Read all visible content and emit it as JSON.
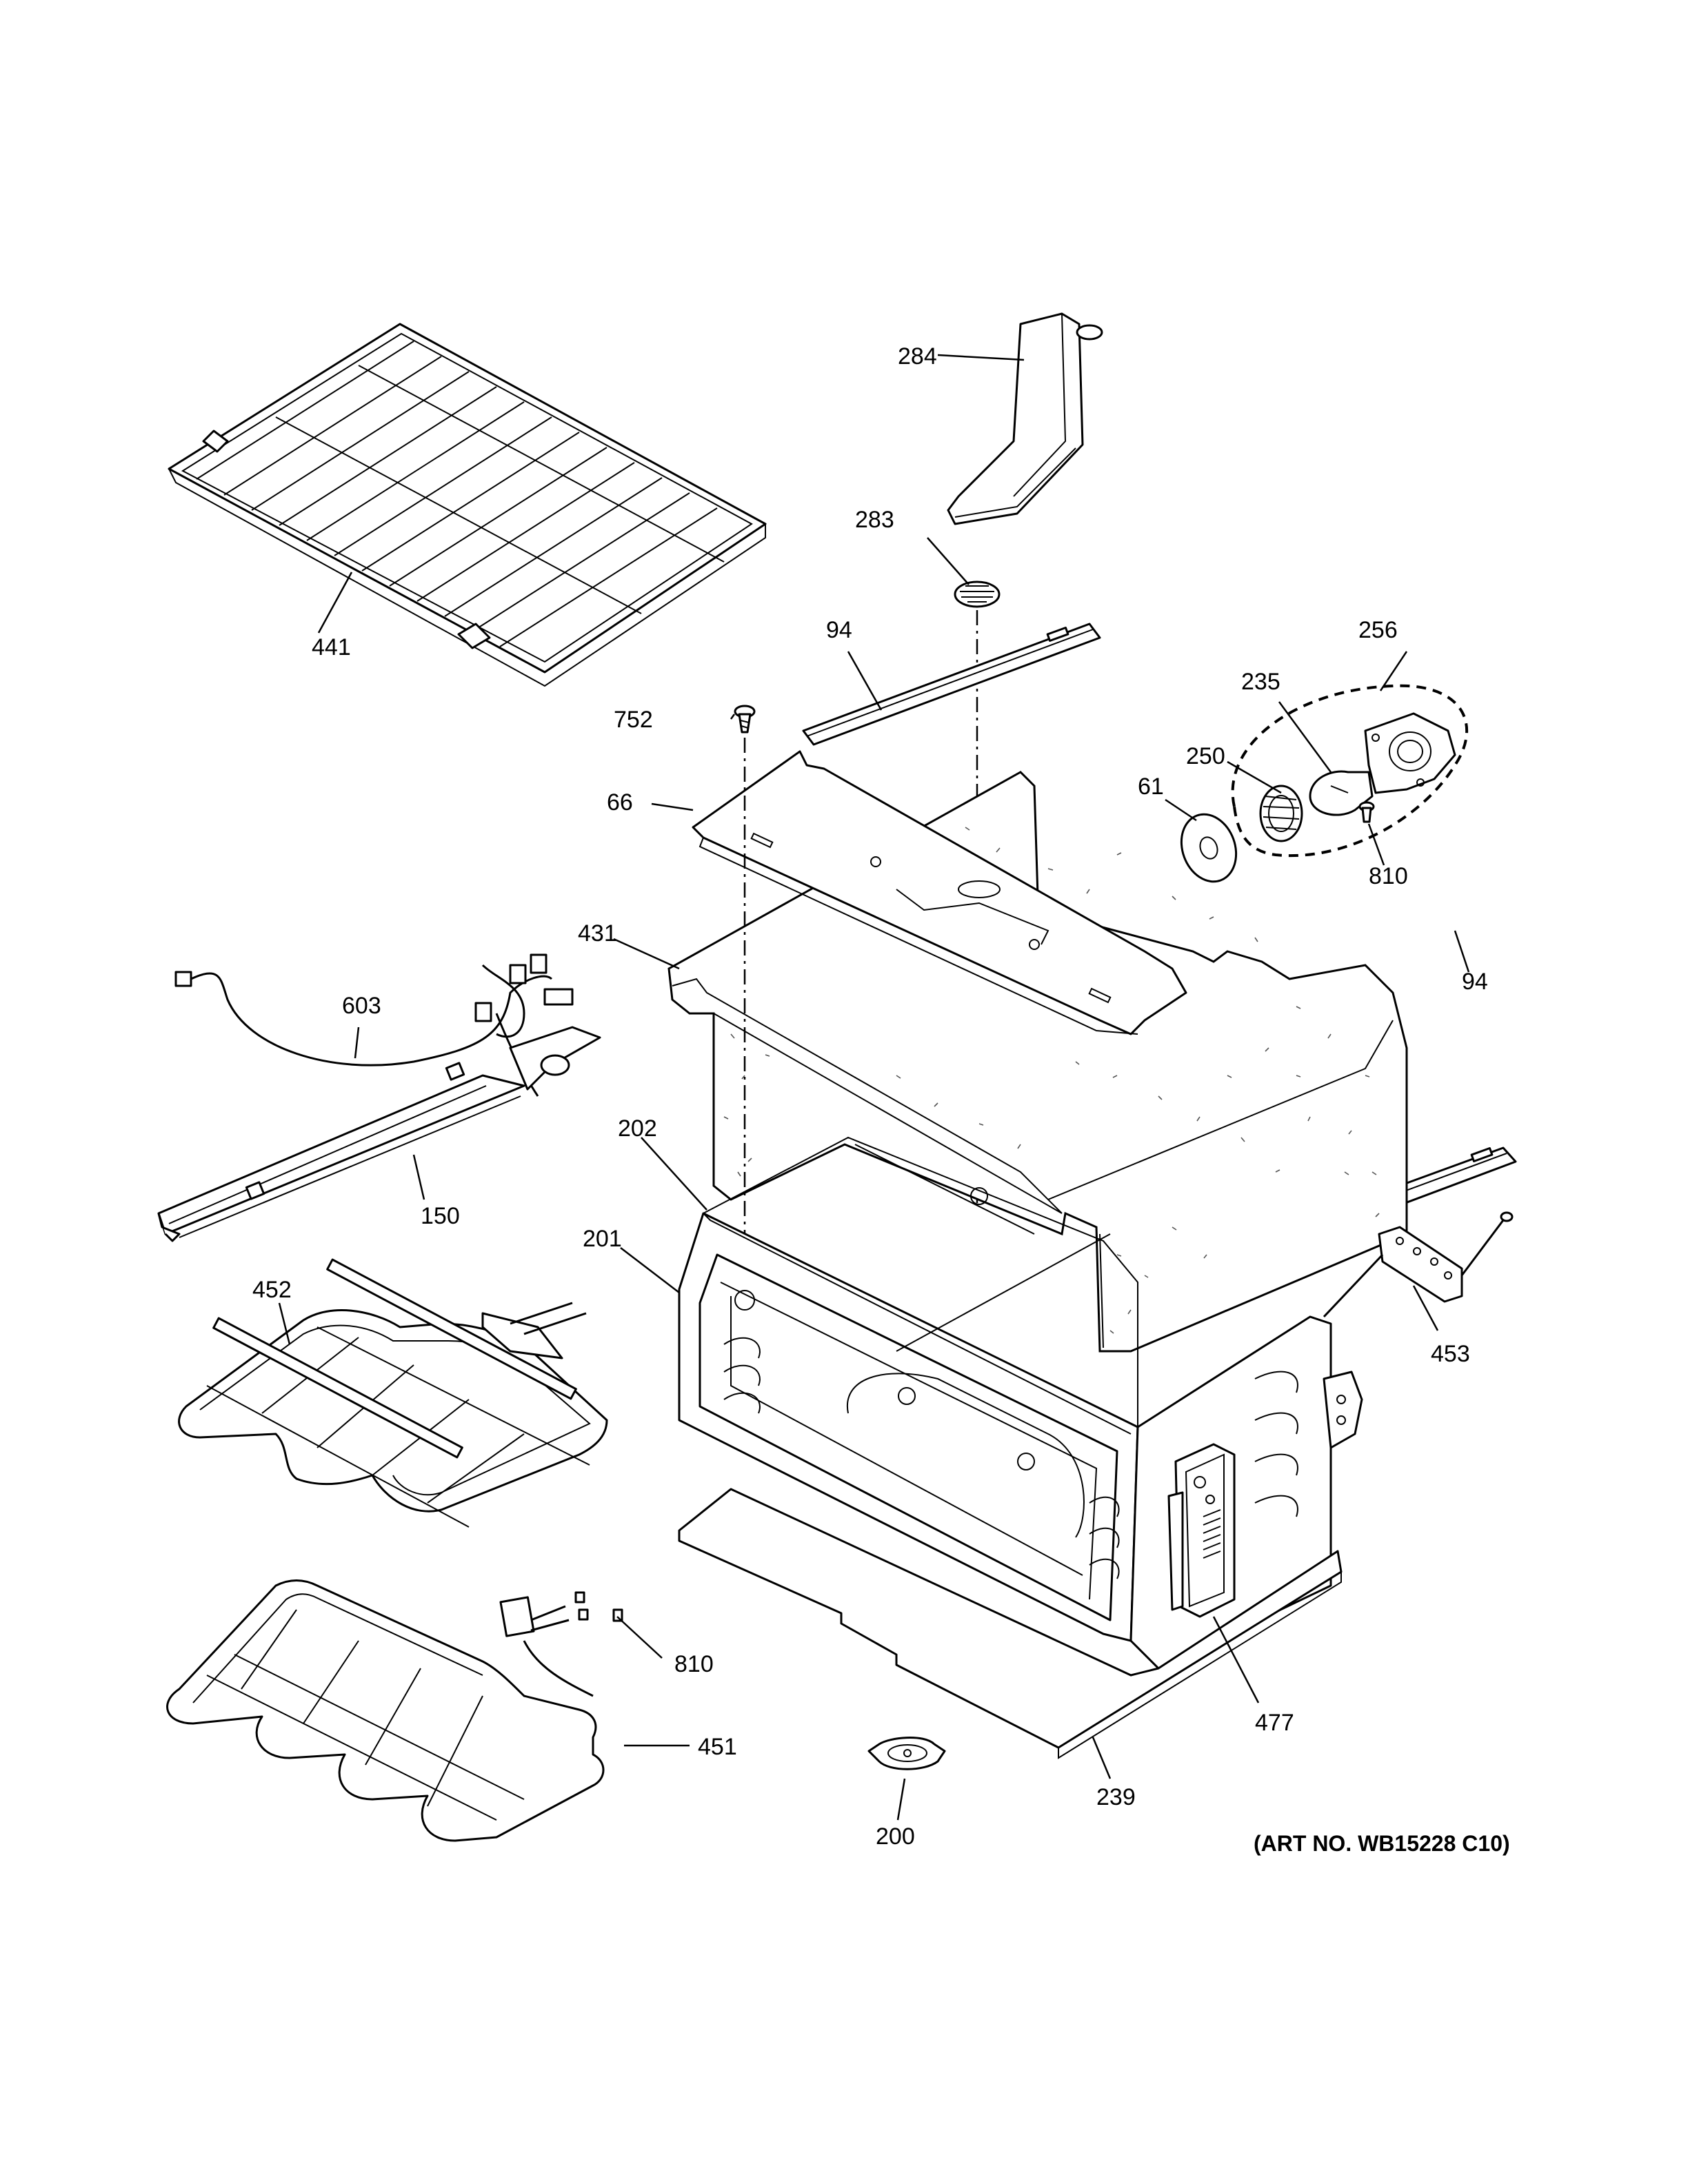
{
  "diagram": {
    "parts": [
      {
        "id": "p284",
        "label": "284"
      },
      {
        "id": "p283",
        "label": "283"
      },
      {
        "id": "p441",
        "label": "441"
      },
      {
        "id": "p94a",
        "label": "94"
      },
      {
        "id": "p94b",
        "label": "94"
      },
      {
        "id": "p256",
        "label": "256"
      },
      {
        "id": "p235",
        "label": "235"
      },
      {
        "id": "p752",
        "label": "752"
      },
      {
        "id": "p250",
        "label": "250"
      },
      {
        "id": "p61",
        "label": "61"
      },
      {
        "id": "p66",
        "label": "66"
      },
      {
        "id": "p810a",
        "label": "810"
      },
      {
        "id": "p431",
        "label": "431"
      },
      {
        "id": "p603",
        "label": "603"
      },
      {
        "id": "p150",
        "label": "150"
      },
      {
        "id": "p202",
        "label": "202"
      },
      {
        "id": "p201",
        "label": "201"
      },
      {
        "id": "p452",
        "label": "452"
      },
      {
        "id": "p453",
        "label": "453"
      },
      {
        "id": "p810b",
        "label": "810"
      },
      {
        "id": "p451",
        "label": "451"
      },
      {
        "id": "p477",
        "label": "477"
      },
      {
        "id": "p239",
        "label": "239"
      },
      {
        "id": "p200",
        "label": "200"
      }
    ],
    "art_number": "(ART NO. WB15228 C10)"
  }
}
